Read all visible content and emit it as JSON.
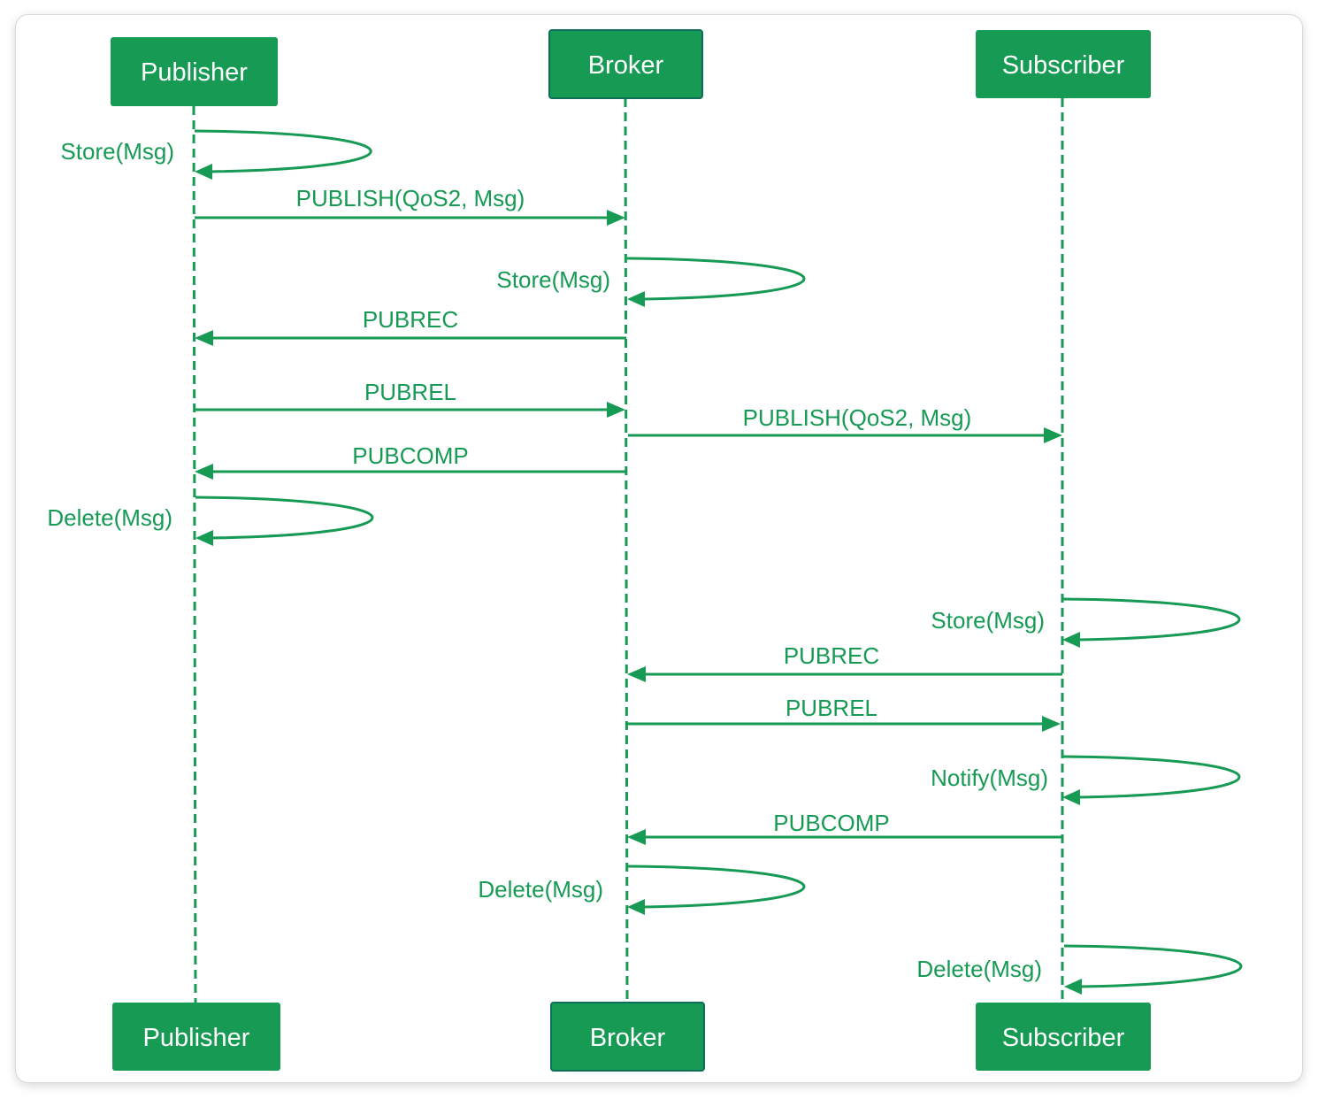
{
  "colors": {
    "primary": "#169a54",
    "text_on_primary": "#ffffff",
    "background": "#ffffff"
  },
  "actors": [
    {
      "id": "publisher",
      "label": "Publisher"
    },
    {
      "id": "broker",
      "label": "Broker"
    },
    {
      "id": "subscriber",
      "label": "Subscriber"
    }
  ],
  "messages": [
    {
      "from": "publisher",
      "to": "publisher",
      "label": "Store(Msg)"
    },
    {
      "from": "publisher",
      "to": "broker",
      "label": "PUBLISH(QoS2, Msg)"
    },
    {
      "from": "broker",
      "to": "broker",
      "label": "Store(Msg)"
    },
    {
      "from": "broker",
      "to": "publisher",
      "label": "PUBREC"
    },
    {
      "from": "publisher",
      "to": "broker",
      "label": "PUBREL"
    },
    {
      "from": "broker",
      "to": "subscriber",
      "label": "PUBLISH(QoS2, Msg)"
    },
    {
      "from": "broker",
      "to": "publisher",
      "label": "PUBCOMP"
    },
    {
      "from": "publisher",
      "to": "publisher",
      "label": "Delete(Msg)"
    },
    {
      "from": "subscriber",
      "to": "subscriber",
      "label": "Store(Msg)"
    },
    {
      "from": "subscriber",
      "to": "broker",
      "label": "PUBREC"
    },
    {
      "from": "broker",
      "to": "subscriber",
      "label": "PUBREL"
    },
    {
      "from": "subscriber",
      "to": "subscriber",
      "label": "Notify(Msg)"
    },
    {
      "from": "subscriber",
      "to": "broker",
      "label": "PUBCOMP"
    },
    {
      "from": "broker",
      "to": "broker",
      "label": "Delete(Msg)"
    },
    {
      "from": "subscriber",
      "to": "subscriber",
      "label": "Delete(Msg)"
    }
  ]
}
